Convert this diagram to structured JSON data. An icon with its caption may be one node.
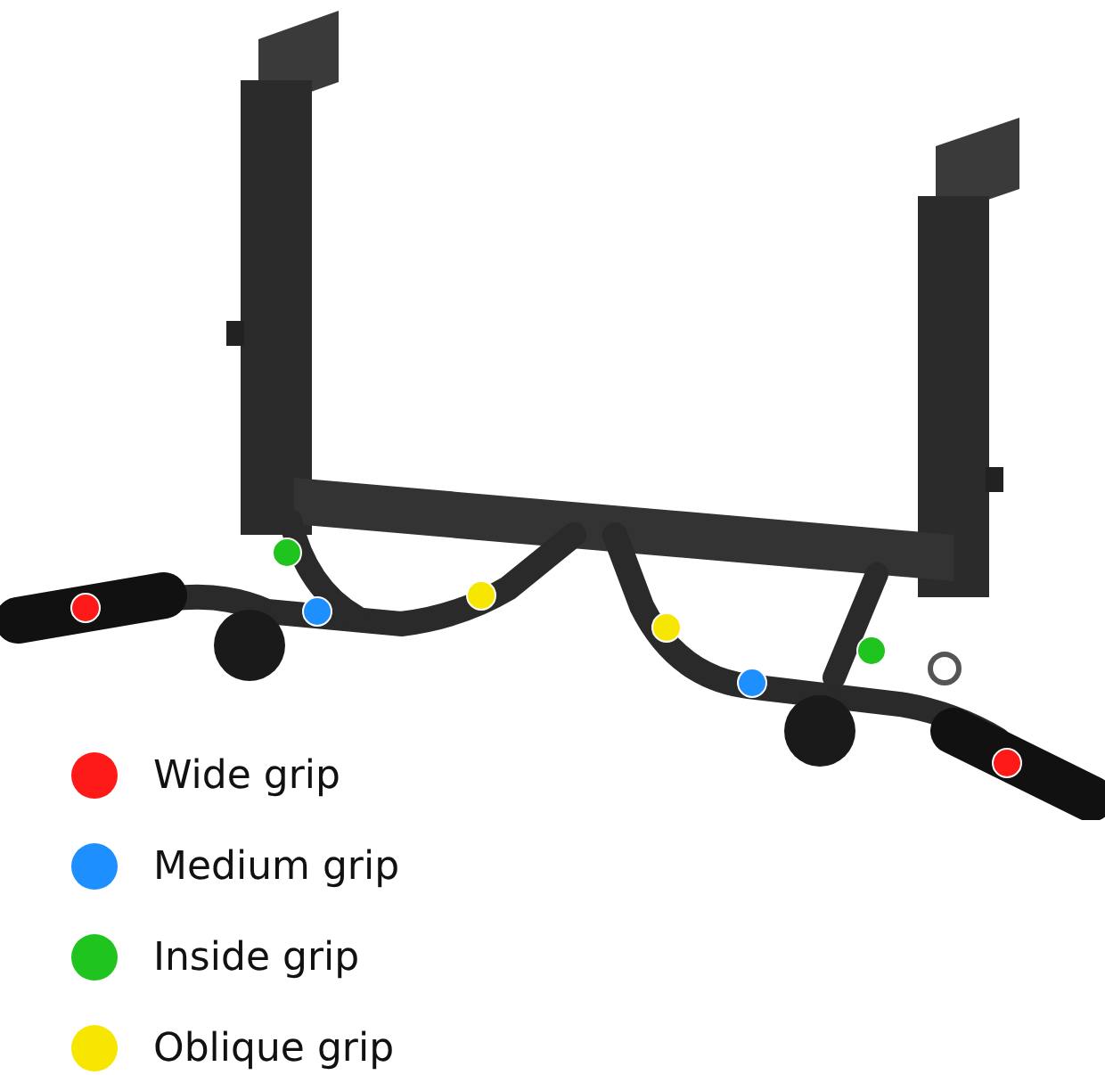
{
  "diagram": {
    "legend": [
      {
        "text": "Wide grip",
        "color": "#ff1a1a"
      },
      {
        "text": "Medium grip",
        "color": "#1e8fff"
      },
      {
        "text": "Inside grip",
        "color": "#1fc41f"
      },
      {
        "text": "Oblique grip",
        "color": "#f7e600"
      }
    ]
  }
}
